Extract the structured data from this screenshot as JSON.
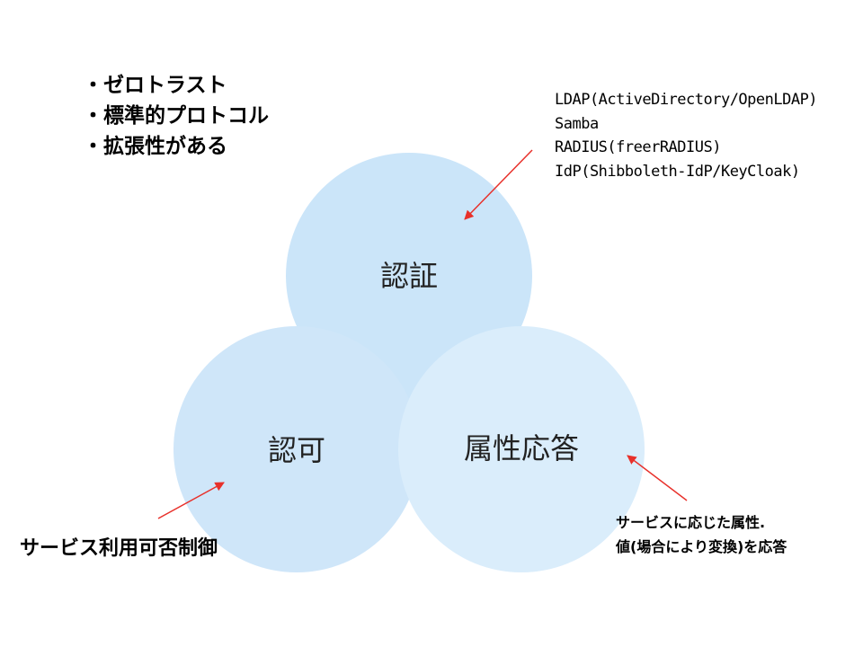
{
  "bullets": [
    "・ゼロトラスト",
    "・標準的プロトコル",
    "・拡張性がある"
  ],
  "protocols": [
    "LDAP(ActiveDirectory/OpenLDAP)",
    "Samba",
    "RADIUS(freerRADIUS)",
    "IdP(Shibboleth-IdP/KeyCloak)"
  ],
  "circles": {
    "authentication": "認証",
    "authorization": "認可",
    "attribute_response": "属性応答"
  },
  "authz_caption": "サービス利用可否制御",
  "attr_caption": [
    "サービスに応じた属性.",
    "値(場合により変換)を応答"
  ],
  "colors": {
    "circle_authn": "#cbe5f9",
    "circle_authz": "#cfe6f9",
    "circle_attr": "#daedfb",
    "arrow": "#e8302a"
  }
}
